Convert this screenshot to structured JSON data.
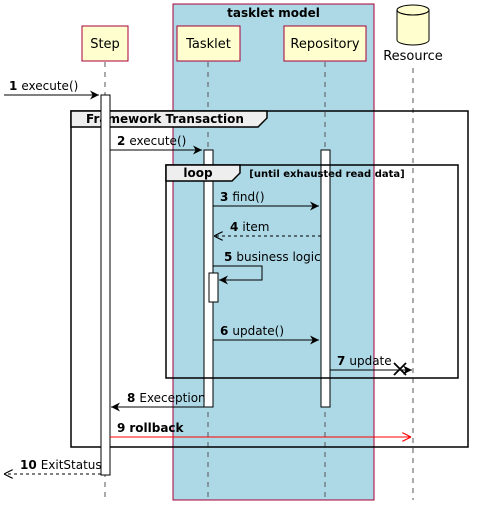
{
  "diagram": {
    "box": {
      "title": "tasklet model",
      "fill": "#ADD8E6",
      "border": "#A80036"
    },
    "participants": {
      "step": "Step",
      "tasklet": "Tasklet",
      "repository": "Repository",
      "resource": "Resource"
    },
    "participant_fill": "#FEFECE",
    "participant_border": "#A80036",
    "frames": {
      "transaction": {
        "label": "Framework Transaction"
      },
      "loop": {
        "label": "loop",
        "condition": "[until exhausted read data]"
      }
    },
    "messages": [
      {
        "num": "1",
        "label": "execute()"
      },
      {
        "num": "2",
        "label": "execute()"
      },
      {
        "num": "3",
        "label": "find()"
      },
      {
        "num": "4",
        "label": "item"
      },
      {
        "num": "5",
        "label": "business logic"
      },
      {
        "num": "6",
        "label": "update()"
      },
      {
        "num": "7",
        "label": "update"
      },
      {
        "num": "8",
        "label": "Exeception"
      },
      {
        "num": "9",
        "label": "rollback",
        "color": "#FF0000"
      },
      {
        "num": "10",
        "label": "ExitStatus"
      }
    ]
  }
}
